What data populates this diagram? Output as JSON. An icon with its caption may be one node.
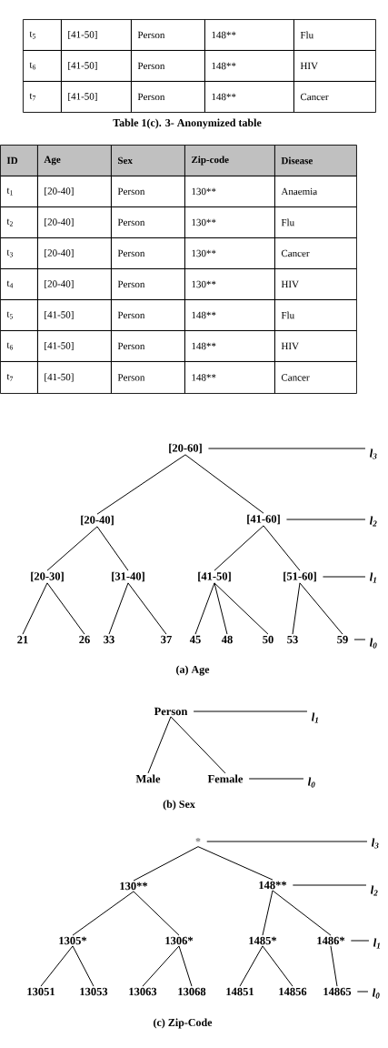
{
  "diagram": {
    "nodes": [
      {
        "text": [
          "[20-60]"
        ]
      },
      {
        "text": [
          "[20-40]"
        ]
      },
      {
        "text": [
          "[41-60]"
        ]
      },
      {
        "text": [
          "[20-30]"
        ]
      },
      {
        "text": [
          "[31-40]"
        ]
      },
      {
        "text": [
          "[41-50]"
        ]
      },
      {
        "text": [
          "[51-60]"
        ]
      },
      {
        "text": [
          "21"
        ]
      },
      {
        "text": [
          "26"
        ]
      },
      {
        "text": [
          "33"
        ]
      },
      {
        "text": [
          "37"
        ]
      },
      {
        "text": [
          "45"
        ]
      },
      {
        "text": [
          "48"
        ]
      },
      {
        "text": [
          "50"
        ]
      },
      {
        "text": [
          "53"
        ]
      },
      {
        "text": [
          "59"
        ]
      },
      {
        "text": [
          "l$_{3}$"
        ]
      },
      {
        "text": [
          "l$_{2}$"
        ]
      },
      {
        "text": [
          "l$_{1}$"
        ]
      },
      {
        "text": [
          "l$_{0}$"
        ]
      },
      {
        "text": [
          "Person"
        ]
      },
      {
        "text": [
          "Male"
        ]
      },
      {
        "text": [
          "Female"
        ]
      },
      {
        "text": [
          "l$_{1}$"
        ]
      },
      {
        "text": [
          "l$_{0}$"
        ]
      },
      {
        "text": [
          "*****"
        ]
      },
      {
        "text": [
          "130**"
        ]
      },
      {
        "text": [
          "148**"
        ]
      },
      {
        "text": [
          "1305*"
        ]
      },
      {
        "text": [
          "1306*"
        ]
      },
      {
        "text": [
          "1485*"
        ]
      },
      {
        "text": [
          "1486*"
        ]
      },
      {
        "text": [
          "13051"
        ]
      },
      {
        "text": [
          "13053"
        ]
      },
      {
        "text": [
          "13063"
        ]
      },
      {
        "text": [
          "13068"
        ]
      },
      {
        "text": [
          "14851"
        ]
      },
      {
        "text": [
          "14856"
        ]
      },
      {
        "text": [
          "14865"
        ]
      },
      {
        "text": [
          "l$_{3}$"
        ]
      },
      {
        "text": [
          "l$_{2}$"
        ]
      },
      {
        "text": [
          "l$_{1}$"
        ]
      },
      {
        "text": [
          "l$_{0}$"
        ]
      }
    ],
    "edges": [
      {
        "from": 0,
        "to": 1,
        "arrow": "none"
      },
      {
        "from": 0,
        "to": 2,
        "arrow": "none"
      },
      {
        "from": 1,
        "to": 3,
        "arrow": "none"
      },
      {
        "from": 1,
        "to": 4,
        "arrow": "none"
      },
      {
        "from": 2,
        "to": 5,
        "arrow": "none"
      },
      {
        "from": 2,
        "to": 6,
        "arrow": "none"
      },
      {
        "from": 3,
        "to": 7,
        "arrow": "none"
      },
      {
        "from": 3,
        "to": 8,
        "arrow": "none"
      },
      {
        "from": 4,
        "to": 9,
        "arrow": "none"
      },
      {
        "from": 4,
        "to": 10,
        "arrow": "none"
      },
      {
        "from": 5,
        "to": 11,
        "arrow": "none"
      },
      {
        "from": 5,
        "to": 12,
        "arrow": "none"
      },
      {
        "from": 5,
        "to": 13,
        "arrow": "none"
      },
      {
        "from": 6,
        "to": 14,
        "arrow": "none"
      },
      {
        "from": 6,
        "to": 15,
        "arrow": "none"
      },
      {
        "from": 0,
        "to": 16,
        "arrow": "none"
      },
      {
        "from": 2,
        "to": 17,
        "arrow": "none"
      },
      {
        "from": 6,
        "to": 18,
        "arrow": "none"
      },
      {
        "from": 15,
        "to": 19,
        "arrow": "none"
      },
      {
        "from": 20,
        "to": 21,
        "arrow": "none"
      },
      {
        "from": 20,
        "to": 22,
        "arrow": "none"
      },
      {
        "from": 20,
        "to": 23,
        "arrow": "none"
      },
      {
        "from": 22,
        "to": 24,
        "arrow": "none"
      },
      {
        "from": 25,
        "to": 26,
        "arrow": "none"
      },
      {
        "from": 25,
        "to": 27,
        "arrow": "none"
      },
      {
        "from": 26,
        "to": 28,
        "arrow": "none"
      },
      {
        "from": 26,
        "to": 29,
        "arrow": "none"
      },
      {
        "from": 27,
        "to": 30,
        "arrow": "none"
      },
      {
        "from": 27,
        "to": 31,
        "arrow": "none"
      },
      {
        "from": 28,
        "to": 32,
        "arrow": "none"
      },
      {
        "from": 28,
        "to": 33,
        "arrow": "none"
      },
      {
        "from": 29,
        "to": 34,
        "arrow": "none"
      },
      {
        "from": 29,
        "to": 35,
        "arrow": "none"
      },
      {
        "from": 30,
        "to": 36,
        "arrow": "none"
      },
      {
        "from": 30,
        "to": 37,
        "arrow": "none"
      },
      {
        "from": 31,
        "to": 38,
        "arrow": "none"
      },
      {
        "from": 25,
        "to": 39,
        "arrow": "none"
      },
      {
        "from": 27,
        "to": 40,
        "arrow": "none"
      },
      {
        "from": 31,
        "to": 41,
        "arrow": "none"
      },
      {
        "from": 38,
        "to": 42,
        "arrow": "none"
      }
    ],
    "labels": [
      "t$_{5}$",
      "[41-50]",
      "Person",
      "148**",
      "Flu",
      "t$_{6}$",
      "[41-50]",
      "Person",
      "148**",
      "HIV",
      "t$_{7}$",
      "[41-50]",
      "Person",
      "148**",
      "Cancer",
      "Table 1(c). 3- Anonymized table",
      "ID",
      "Age",
      "Sex",
      "Zip-code",
      "Disease",
      "t$_{1}$",
      "[20-40]",
      "Person",
      "130**",
      "Anaemia",
      "t$_{2}$",
      "[20-40]",
      "Person",
      "130**",
      "Flu",
      "t$_{3}$",
      "[20-40]",
      "Person",
      "130**",
      "Cancer",
      "t$_{4}$",
      "[20-40]",
      "Person",
      "130**",
      "HIV",
      "t$_{5}$",
      "[41-50]",
      "Person",
      "148**",
      "Flu",
      "t$_{6}$",
      "[41-50]",
      "Person",
      "148**",
      "HIV",
      "t$_{7}$",
      "[41-50]",
      "Person",
      "148**",
      "Cancer",
      "(a)   Age",
      "(b) Sex",
      "(c) Zip-Code"
    ]
  }
}
